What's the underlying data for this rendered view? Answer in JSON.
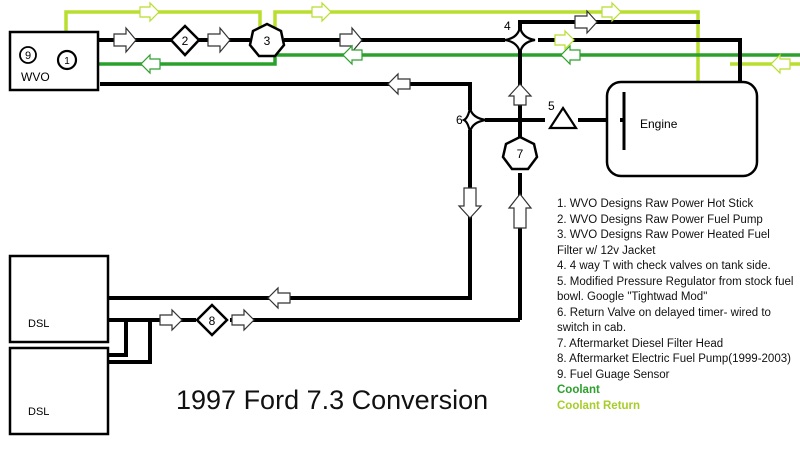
{
  "colors": {
    "fuel_line": "#000000",
    "coolant": "#2ca02c",
    "coolant_return": "#b8de2e",
    "arrow_outline": "#333333"
  },
  "components": {
    "wvo_tank": {
      "label": "WVO",
      "badge": "9"
    },
    "hot_stick": {
      "number": "1"
    },
    "fuel_pump": {
      "number": "2"
    },
    "heated_filter": {
      "number": "3"
    },
    "four_way_t": {
      "number": "4"
    },
    "pressure_regulator": {
      "number": "5"
    },
    "return_valve": {
      "number": "6"
    },
    "diesel_filter_head": {
      "number": "7"
    },
    "electric_fuel_pump": {
      "number": "8"
    },
    "engine": {
      "label": "Engine"
    },
    "dsl_tank_top": {
      "label": "DSL"
    },
    "dsl_tank_bottom": {
      "label": "DSL"
    }
  },
  "legend": {
    "items": [
      "1. WVO Designs Raw Power Hot Stick",
      "2. WVO Designs Raw Power Fuel Pump",
      "3. WVO Designs Raw Power Heated Fuel Filter w/ 12v Jacket",
      "4. 4 way T with check valves on tank side.",
      "5. Modified Pressure Regulator from stock fuel bowl. Google \"Tightwad Mod\"",
      "6. Return Valve on delayed timer- wired to switch in  cab.",
      "7. Aftermarket Diesel Filter Head",
      "8. Aftermarket Electric Fuel Pump(1999-2003)",
      "9. Fuel Guage Sensor"
    ],
    "coolant": "Coolant",
    "coolant_return": "Coolant Return"
  },
  "title": "1997 Ford 7.3 Conversion"
}
